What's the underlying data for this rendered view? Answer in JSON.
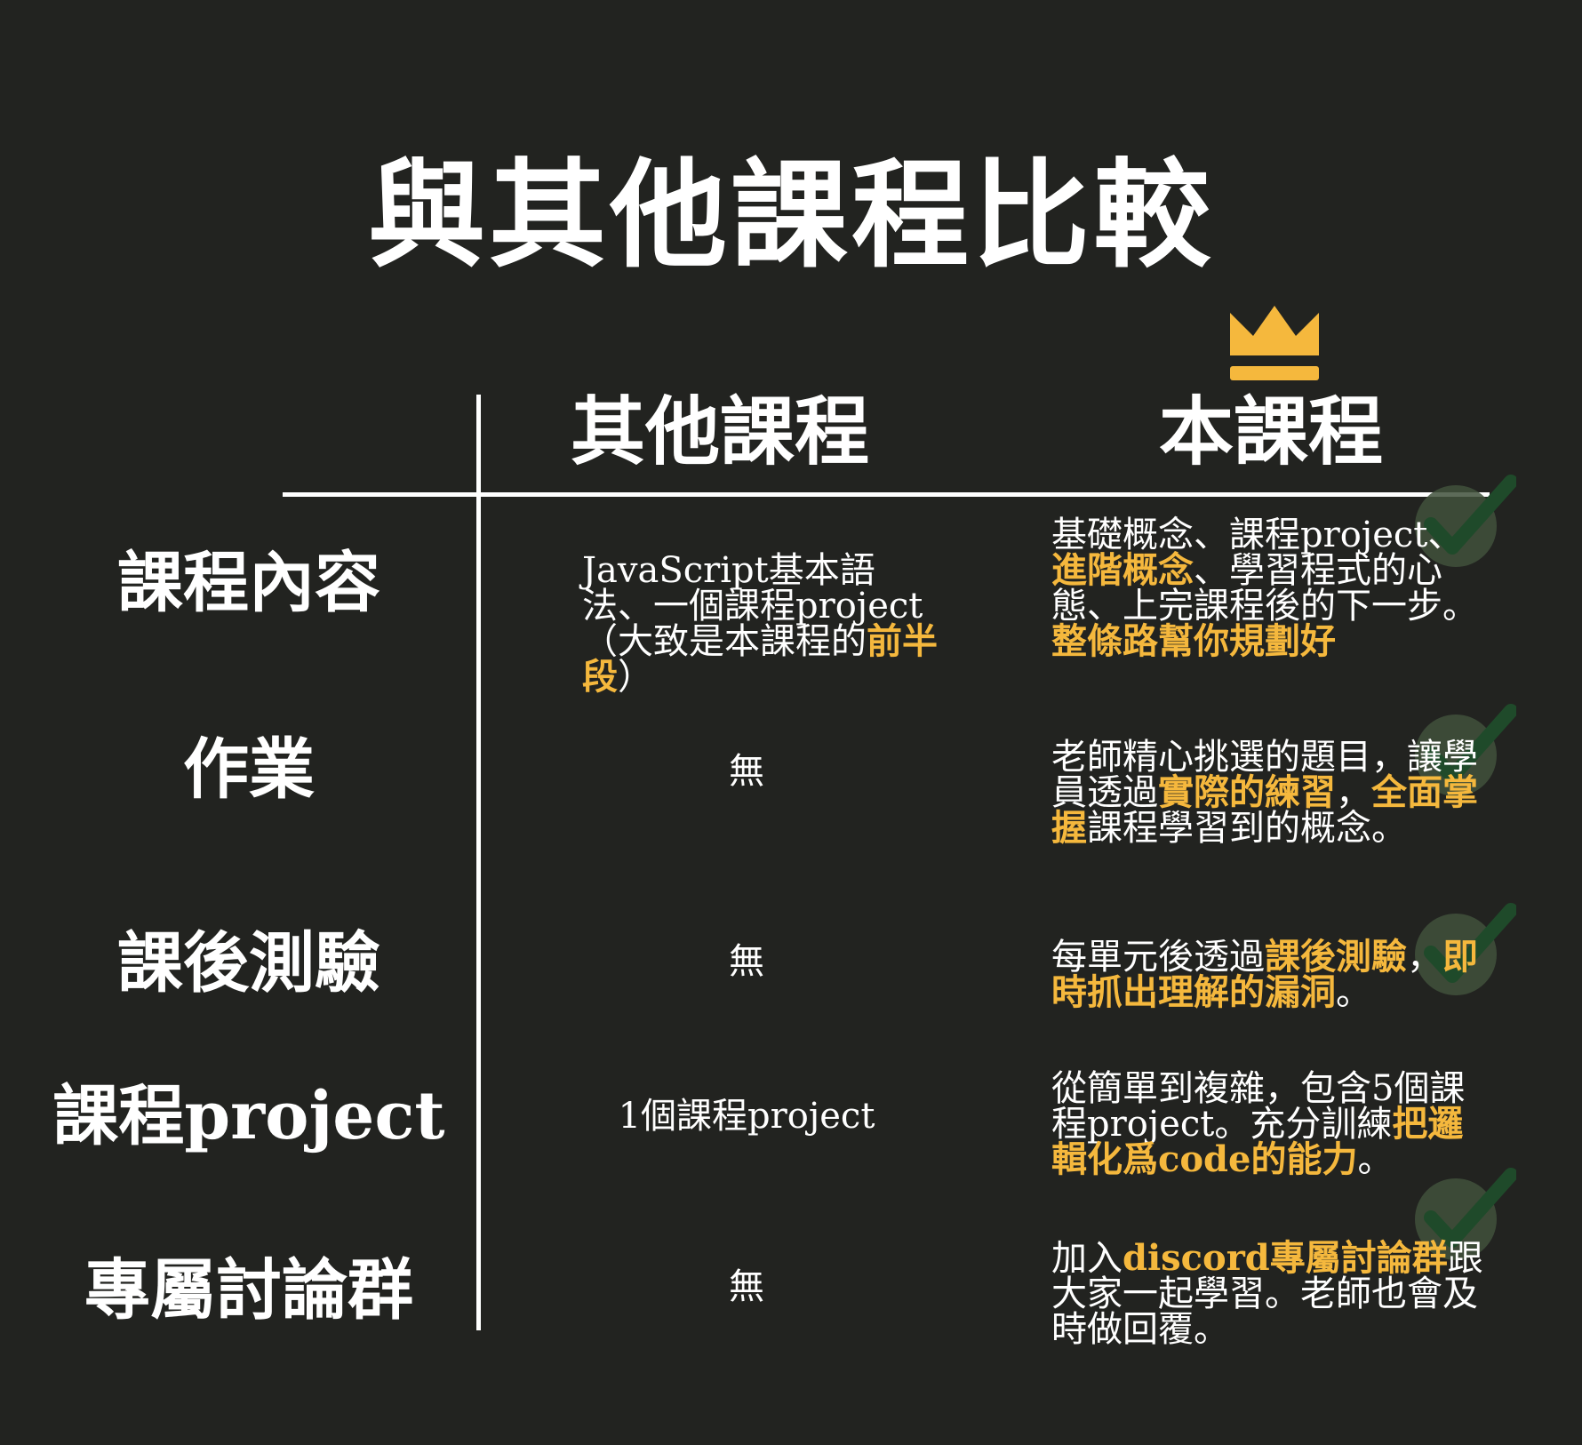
{
  "title": "與其他課程比較",
  "headers": {
    "other": "其他課程",
    "ours": "本課程"
  },
  "icons": {
    "crown": "crown-icon",
    "check": "checkmark-icon"
  },
  "colors": {
    "background": "#222320",
    "highlight": "#f5b83d",
    "text": "#ffffff",
    "check_circle": "#41513c",
    "check_mark": "#1f4a2a"
  },
  "rows": [
    {
      "label": "課程內容",
      "other": [
        {
          "t": "JavaScript基本語法、一個課程project（大致是本課程的"
        },
        {
          "t": "前半段",
          "h": true
        },
        {
          "t": "）"
        }
      ],
      "ours": [
        {
          "t": "基礎概念、課程project、"
        },
        {
          "t": "進階概念",
          "h": true
        },
        {
          "t": "、學習程式的心態、上完課程後的下一步。"
        },
        {
          "t": "整條路幫你規劃好",
          "h": true
        }
      ]
    },
    {
      "label": "作業",
      "other": [
        {
          "t": "無"
        }
      ],
      "ours": [
        {
          "t": "老師精心挑選的題目，讓學員透過"
        },
        {
          "t": "實際的練習",
          "h": true
        },
        {
          "t": "，"
        },
        {
          "t": "全面掌握",
          "h": true
        },
        {
          "t": "課程學習到的概念。"
        }
      ]
    },
    {
      "label": "課後測驗",
      "other": [
        {
          "t": "無"
        }
      ],
      "ours": [
        {
          "t": "每單元後透過"
        },
        {
          "t": "課後測驗",
          "h": true
        },
        {
          "t": "，"
        },
        {
          "t": "即時抓出理解的漏洞",
          "h": true
        },
        {
          "t": "。"
        }
      ]
    },
    {
      "label": "課程project",
      "other": [
        {
          "t": "1個課程project"
        }
      ],
      "ours": [
        {
          "t": "從簡單到複雜，包含5個課程project。充分訓練"
        },
        {
          "t": "把邏輯化爲code的能力",
          "h": true
        },
        {
          "t": "。"
        }
      ]
    },
    {
      "label": "專屬討論群",
      "other": [
        {
          "t": "無"
        }
      ],
      "ours": [
        {
          "t": "加入"
        },
        {
          "t": "discord專屬討論群",
          "h": true
        },
        {
          "t": "跟大家一起學習。老師也會及時做回覆。"
        }
      ]
    }
  ]
}
